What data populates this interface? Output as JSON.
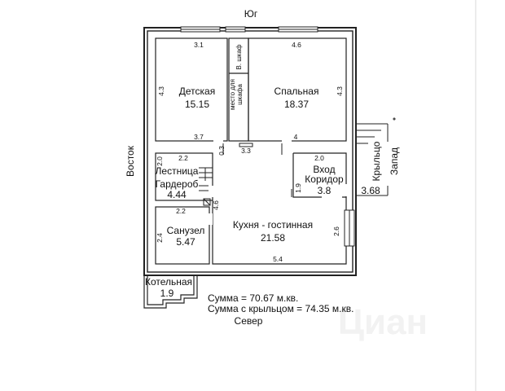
{
  "directions": {
    "south": "Юг",
    "north": "Север",
    "east": "Восток",
    "west": "Запад"
  },
  "rooms": {
    "detskaya": {
      "name": "Детская",
      "area": "15.15",
      "dims": [
        "3.1",
        "4.3",
        "3.7"
      ]
    },
    "spalnaya": {
      "name": "Спальная",
      "area": "18.37",
      "dims": [
        "4.6",
        "4.3",
        "4"
      ]
    },
    "closet": {
      "label": "В. шкаф",
      "note_line1": "место для",
      "note_line2": "шкафа"
    },
    "stair": {
      "name1": "Лестница",
      "name2": "Гардероб",
      "area": "4.44",
      "dims": [
        "2.0",
        "2.2",
        "2.2"
      ]
    },
    "hall": {
      "name1": "Вход",
      "name2": "Коридор",
      "area": "3.8",
      "dims": [
        "2.0",
        "1.9"
      ]
    },
    "porch": {
      "name": "Крыльцо",
      "area": "3.68"
    },
    "bath": {
      "name": "Санузел",
      "area": "5.47",
      "dims": [
        "2.4"
      ]
    },
    "kitchen": {
      "name": "Кухня - гостинная",
      "area": "21.58",
      "dims": [
        "5.4",
        "2.6"
      ]
    },
    "boiler": {
      "name": "Котельная",
      "area": "1.9"
    },
    "middle_dims": [
      "0.3",
      "3.3",
      "4.6"
    ]
  },
  "totals": {
    "sum": "Сумма = 70.67 м.кв.",
    "sum_porch": "Сумма с крыльцом = 74.35 м.кв."
  },
  "watermark": "Циан"
}
